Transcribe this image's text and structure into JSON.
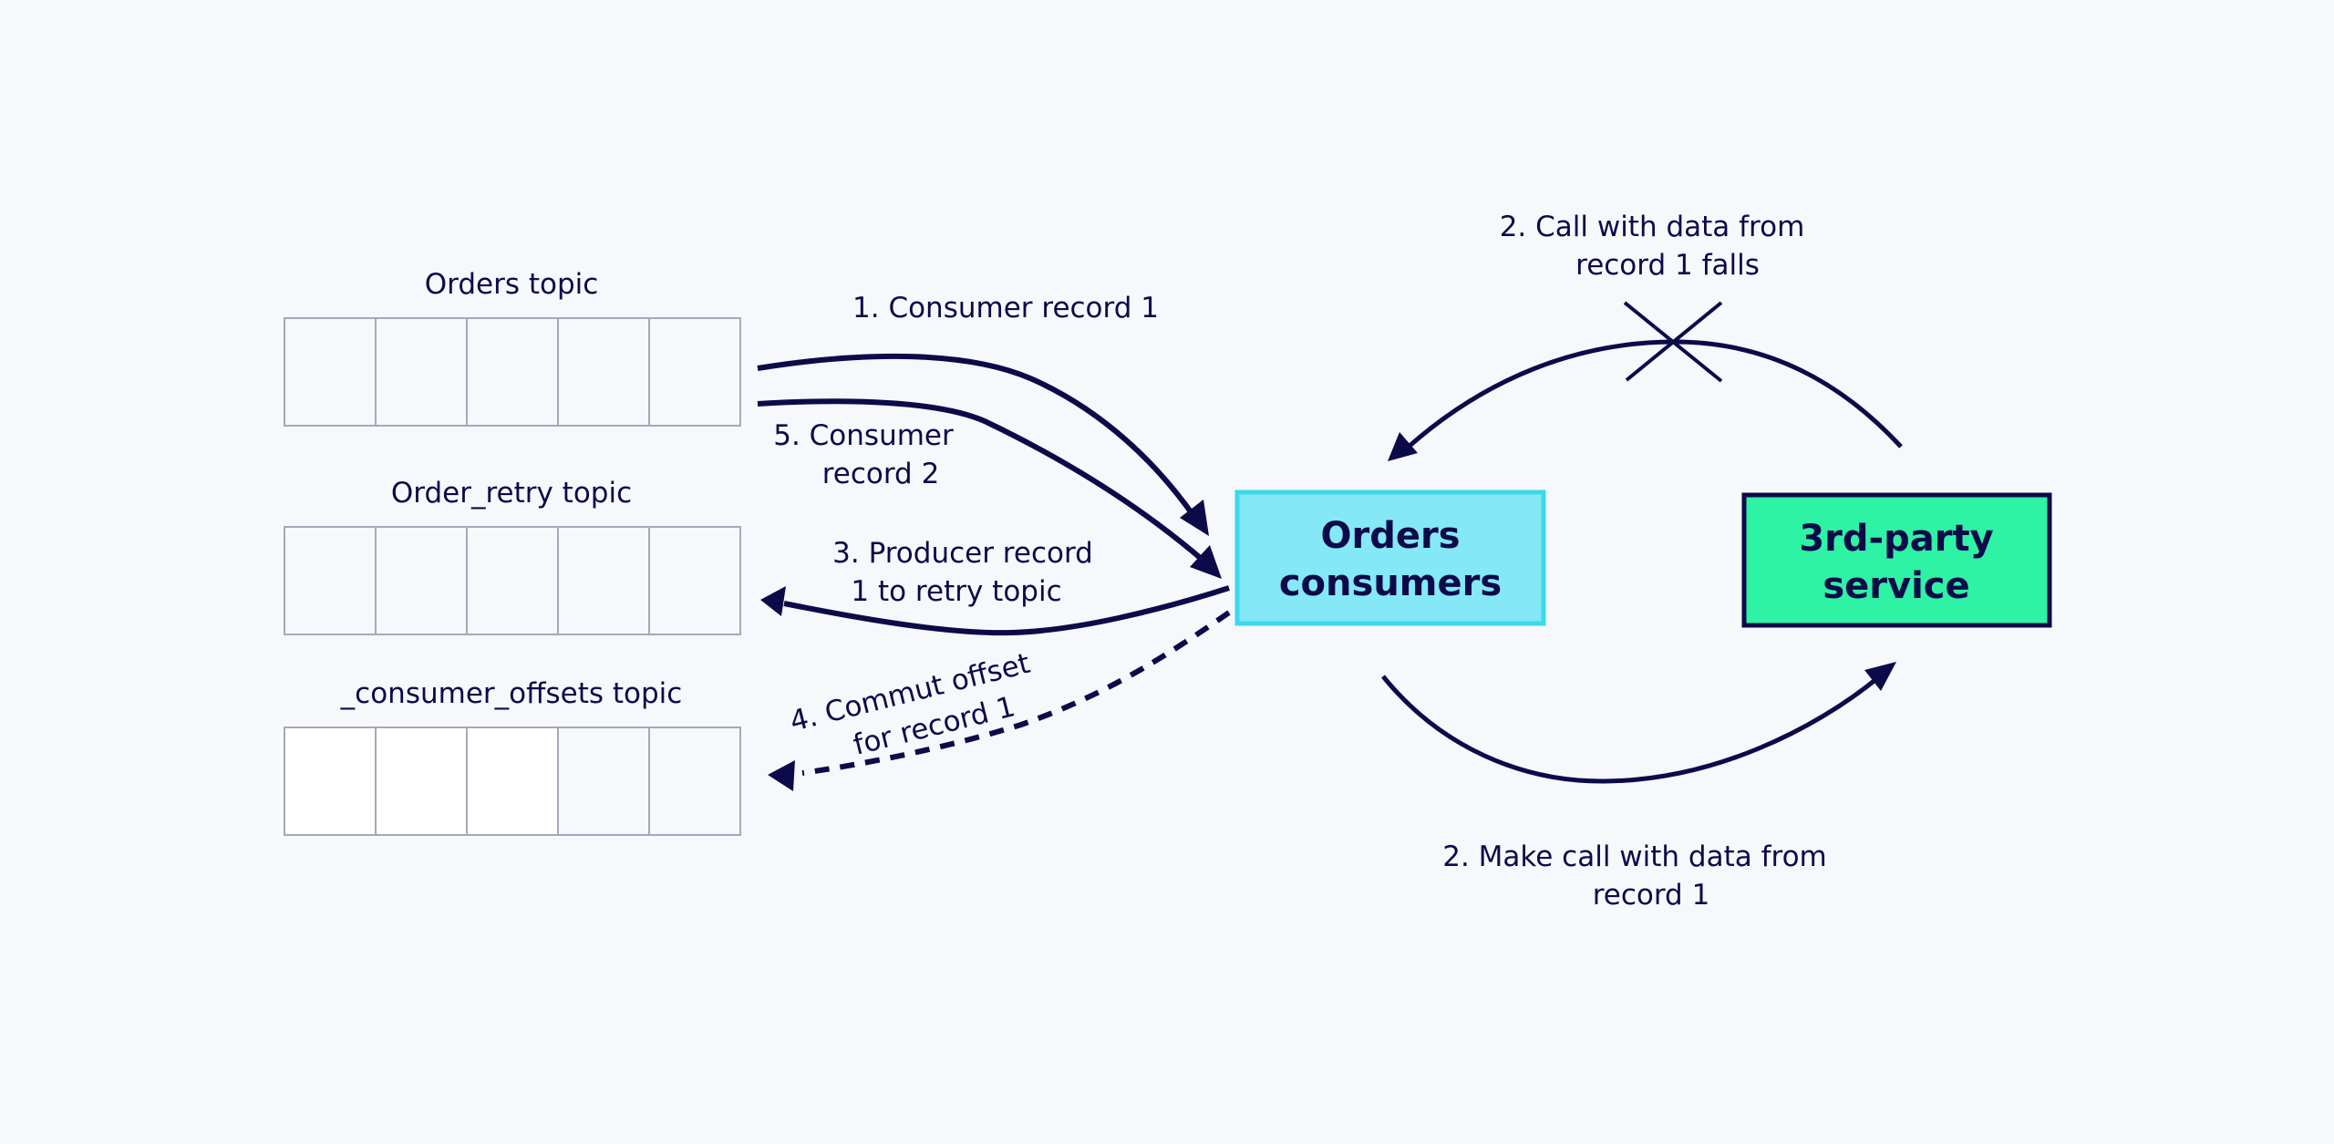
{
  "topics": [
    {
      "label": "Orders topic",
      "cells": 5,
      "filled_white_cells": 0
    },
    {
      "label": "Order_retry topic",
      "cells": 5,
      "filled_white_cells": 0
    },
    {
      "label": "_consumer_offsets topic",
      "cells": 5,
      "filled_white_cells": 3
    }
  ],
  "nodes": {
    "consumers": {
      "lines": [
        "Orders",
        "consumers"
      ],
      "fill": "#84e8f6",
      "stroke": "#3dd8ee"
    },
    "third_party": {
      "lines": [
        "3rd-party",
        "service"
      ],
      "fill": "#2ef2a4",
      "stroke": "#0d0a4a"
    }
  },
  "edges": {
    "consumer_record_1": {
      "lines": [
        "1. Consumer record 1"
      ]
    },
    "consumer_record_2": {
      "lines": [
        "5. Consumer",
        "record 2"
      ]
    },
    "producer_record": {
      "lines": [
        "3. Producer record",
        "1 to retry topic"
      ]
    },
    "commit_offset": {
      "lines": [
        "4. Commut offset",
        "for record 1"
      ],
      "style": "dashed"
    },
    "call_fails": {
      "lines": [
        "2. Call with data from",
        "record 1 falls"
      ],
      "marker": "x"
    },
    "make_call": {
      "lines": [
        "2. Make call with data from",
        "record 1"
      ]
    }
  },
  "colors": {
    "background": "#f6f8fb",
    "ink": "#0d0a4a",
    "cell_border": "#a6a8ba",
    "cell_white": "#ffffff"
  }
}
